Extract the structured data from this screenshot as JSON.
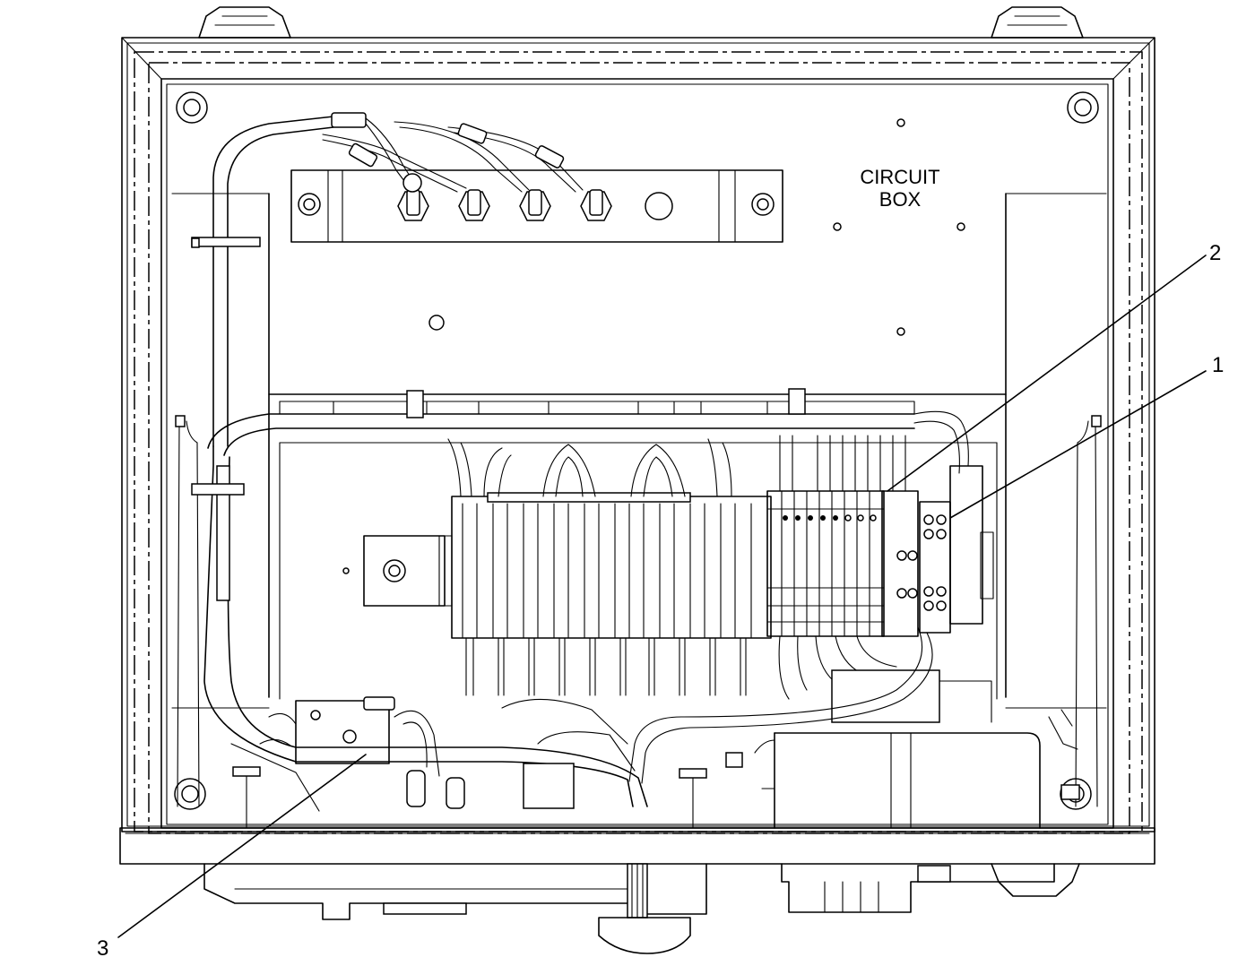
{
  "labels": {
    "box_line1": "CIRCUIT",
    "box_line2": "BOX"
  },
  "callouts": [
    {
      "id": "1",
      "text": "1"
    },
    {
      "id": "2",
      "text": "2"
    },
    {
      "id": "3",
      "text": "3"
    }
  ],
  "colors": {
    "ink": "#000000",
    "paper": "#ffffff"
  }
}
